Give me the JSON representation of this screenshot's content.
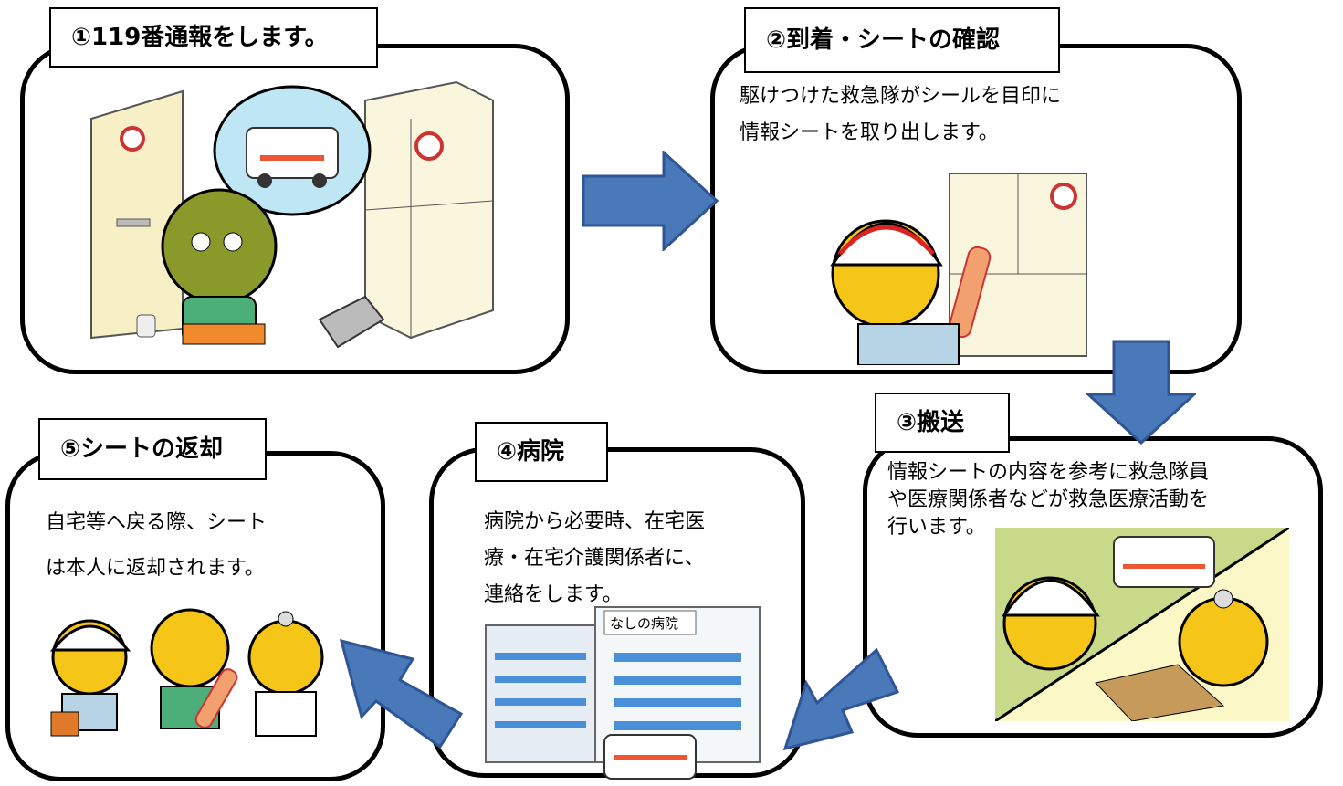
{
  "steps": [
    {
      "label": "①119番通報をします。",
      "description": ""
    },
    {
      "label": "②到着・シートの確認",
      "description": "駆けつけた救急隊がシールを目印に\n情報シートを取り出します。"
    },
    {
      "label": "③搬送",
      "description": "情報シートの内容を参考に救急隊員\nや医療関係者などが救急医療活動を\n行います。"
    },
    {
      "label": "④病院",
      "description": "病院から必要時、在宅医\n療・在宅介護関係者に、\n連絡をします。"
    },
    {
      "label": "⑤シートの返却",
      "description": "自宅等へ戻る際、シート\nは本人に返却されます。"
    }
  ],
  "hospital_sign": "なしの病院",
  "colors": {
    "arrow": "#4a79b9",
    "arrow_stroke": "#2f5597",
    "border": "#000000"
  }
}
